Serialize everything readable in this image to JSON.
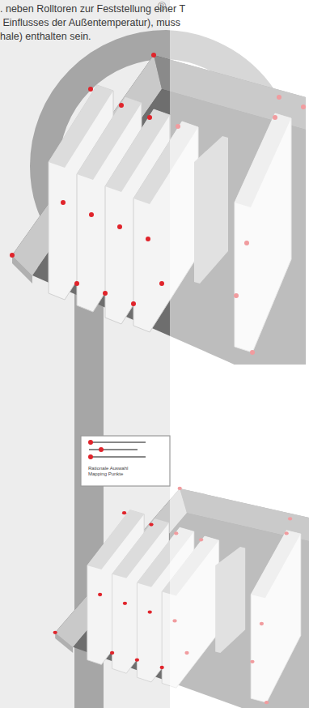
{
  "diagram": {
    "nodes": [
      {
        "text": [
          "Rationale Auswahl Mapping Punkte"
        ]
      }
    ],
    "labels": [
      "®",
      ". neben Rolltoren zur Feststellung einer T",
      " Einflusses der Außentemperatur), muss",
      "hale) enthalten sein."
    ]
  }
}
